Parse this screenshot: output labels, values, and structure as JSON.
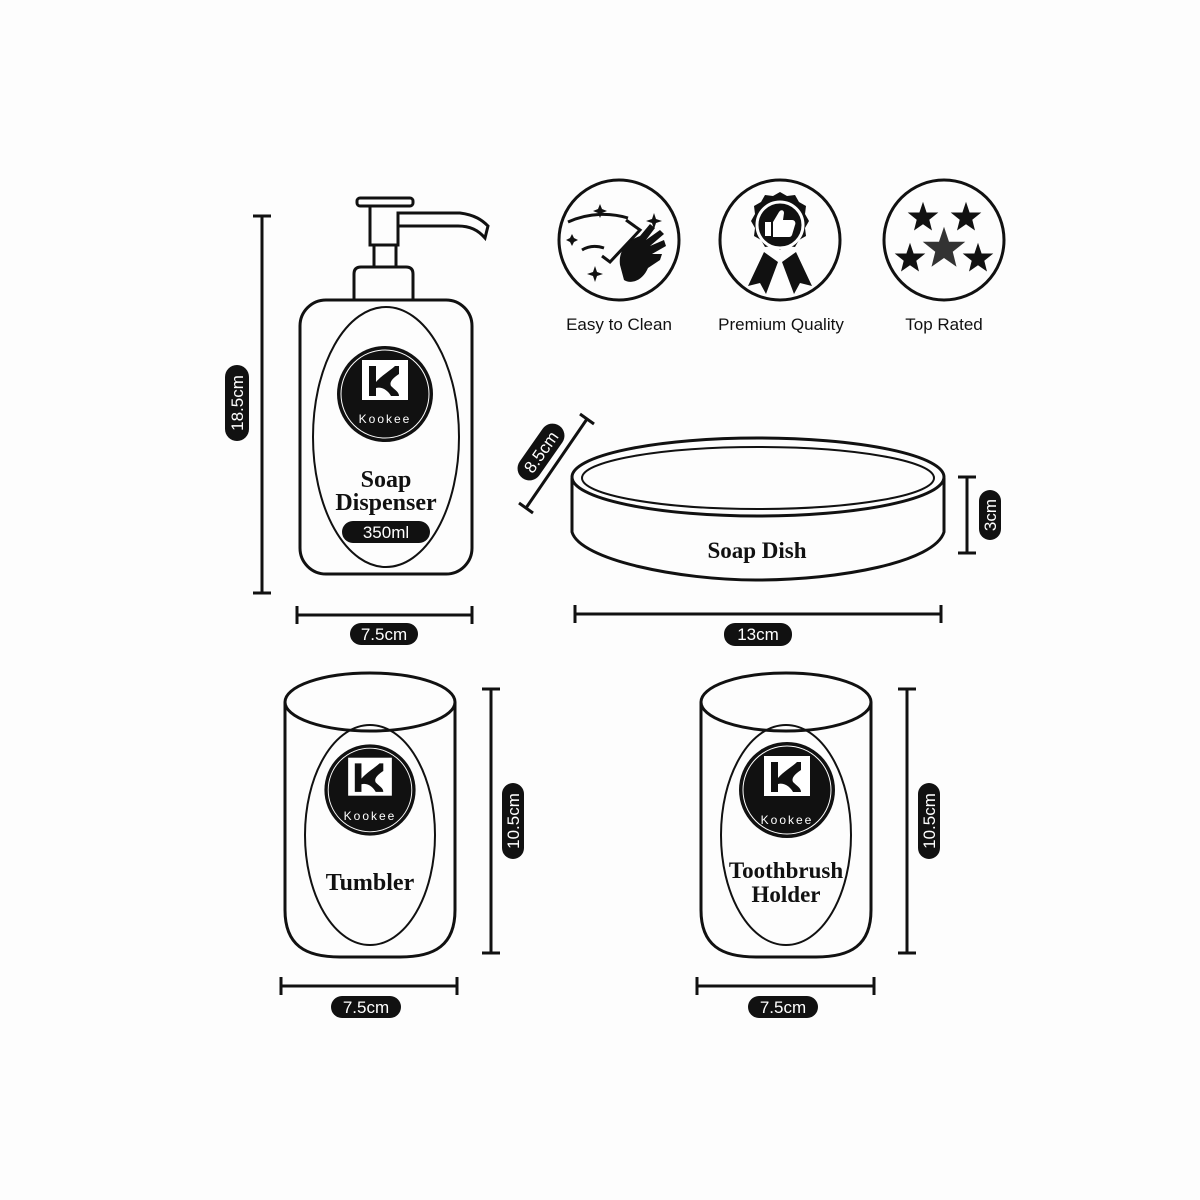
{
  "brand": {
    "name": "Kookee",
    "logo_letter": "K"
  },
  "features": [
    {
      "label": "Easy to Clean",
      "icon": "hand-wipe-icon"
    },
    {
      "label": "Premium Quality",
      "icon": "thumbs-up-award-icon"
    },
    {
      "label": "Top Rated",
      "icon": "five-stars-icon"
    }
  ],
  "products": {
    "soap_dispenser": {
      "title_line1": "Soap",
      "title_line2": "Dispenser",
      "capacity": "350ml",
      "height": "18.5cm",
      "width": "7.5cm"
    },
    "soap_dish": {
      "title": "Soap Dish",
      "depth": "8.5cm",
      "height": "3cm",
      "width": "13cm"
    },
    "tumbler": {
      "title": "Tumbler",
      "height": "10.5cm",
      "width": "7.5cm"
    },
    "toothbrush_holder": {
      "title_line1": "Toothbrush",
      "title_line2": "Holder",
      "height": "10.5cm",
      "width": "7.5cm"
    }
  },
  "colors": {
    "ink": "#111111",
    "background": "#fdfdfd",
    "pill": "#111111",
    "pill_text": "#ffffff"
  }
}
